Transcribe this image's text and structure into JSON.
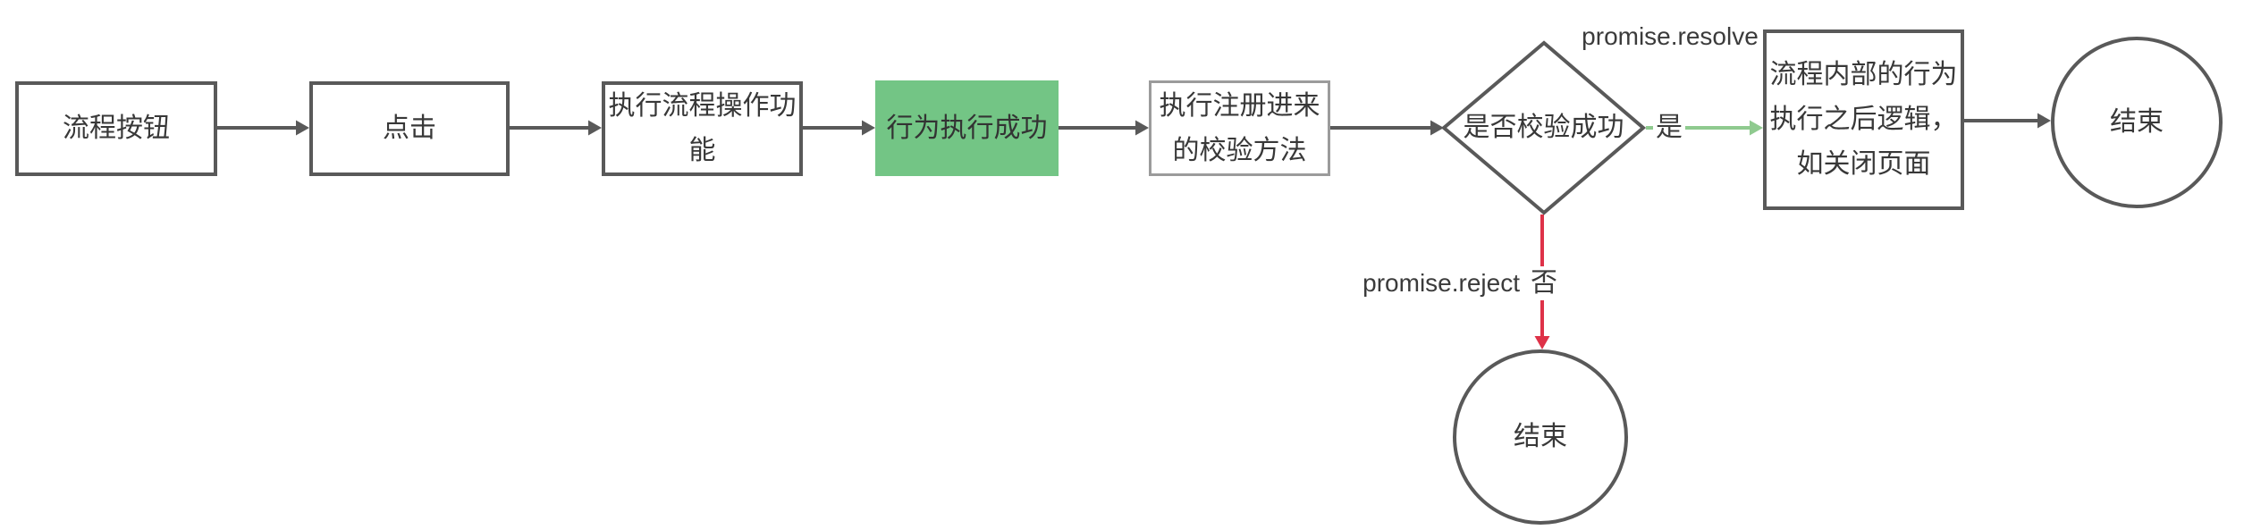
{
  "diagram": {
    "nodes": {
      "process_button": {
        "label": "流程按钮"
      },
      "click": {
        "label": "点击"
      },
      "execute_flow": {
        "lines": [
          "执行流程操作功",
          "能"
        ]
      },
      "behavior_success": {
        "label": "行为执行成功"
      },
      "run_validators": {
        "lines": [
          "执行注册进来",
          "的校验方法"
        ]
      },
      "is_valid": {
        "label": "是否校验成功"
      },
      "after_logic": {
        "lines": [
          "流程内部的行为",
          "执行之后逻辑，",
          "如关闭页面"
        ]
      },
      "end_right": {
        "label": "结束"
      },
      "end_bottom": {
        "label": "结束"
      }
    },
    "edges": {
      "yes_label": "是",
      "no_label": "否",
      "resolve_label": "promise.resolve",
      "reject_label": "promise.reject"
    },
    "colors": {
      "line": "#595959",
      "light_border": "#9b9b9b",
      "success_fill": "#73c585",
      "yes_green": "#8fca8f",
      "no_red": "#de3248",
      "text": "#383838"
    }
  }
}
